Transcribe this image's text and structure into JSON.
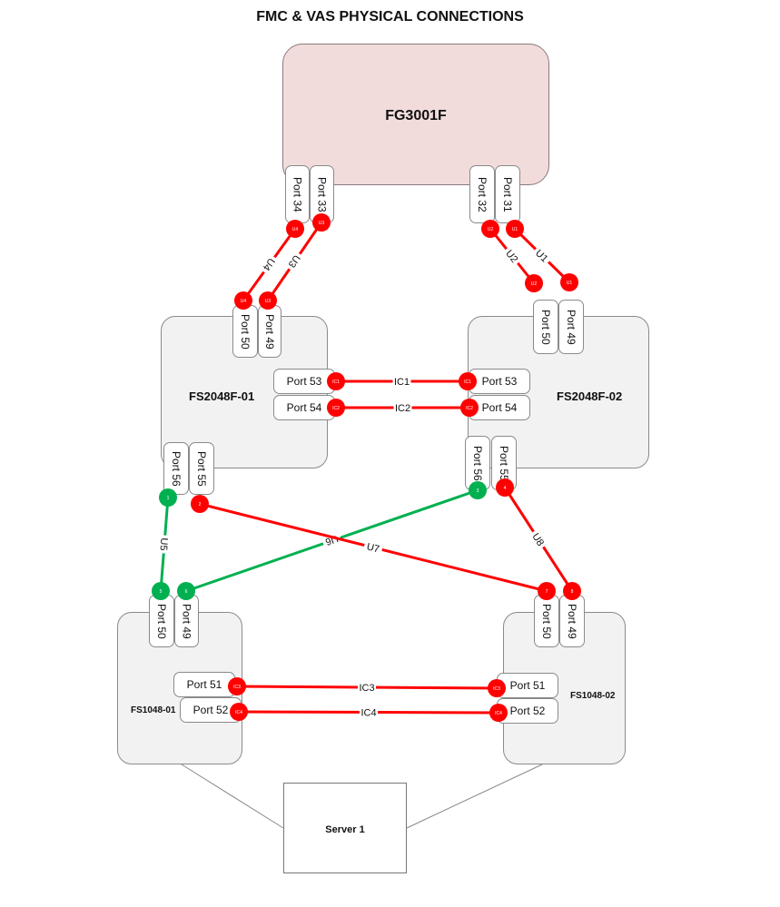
{
  "title": "FMC & VAS PHYSICAL CONNECTIONS",
  "colors": {
    "red_link": "#ff0000",
    "green_link": "#00b050",
    "device_fill": "#f2f2f2",
    "firewall_fill": "#f2dcdb"
  },
  "devices": {
    "fg": {
      "name": "FG3001F",
      "ports": [
        "Port 34",
        "Port 33",
        "Port 32",
        "Port 31"
      ]
    },
    "fs2048_01": {
      "name": "FS2048F-01",
      "ports": [
        "Port 50",
        "Port 49",
        "Port 53",
        "Port 54",
        "Port 56",
        "Port 55"
      ]
    },
    "fs2048_02": {
      "name": "FS2048F-02",
      "ports": [
        "Port 50",
        "Port 49",
        "Port 53",
        "Port 54",
        "Port 56",
        "Port 55"
      ]
    },
    "fs1048_01": {
      "name": "FS1048-01",
      "ports": [
        "Port 50",
        "Port 49",
        "Port 51",
        "Port 52"
      ]
    },
    "fs1048_02": {
      "name": "FS1048-02",
      "ports": [
        "Port 50",
        "Port 49",
        "Port 51",
        "Port 52"
      ]
    },
    "server": {
      "name": "Server 1"
    }
  },
  "links": [
    {
      "id": "U1",
      "label": "U1",
      "color": "red",
      "end_a": "U1",
      "end_b": "U1",
      "from": "FG3001F Port 31",
      "to": "FS2048F-02 Port 49"
    },
    {
      "id": "U2",
      "label": "U2",
      "color": "red",
      "end_a": "U2",
      "end_b": "U2",
      "from": "FG3001F Port 32",
      "to": "FS2048F-02 Port 50"
    },
    {
      "id": "U3",
      "label": "U3",
      "color": "red",
      "end_a": "U3",
      "end_b": "U3",
      "from": "FG3001F Port 33",
      "to": "FS2048F-01 Port 49"
    },
    {
      "id": "U4",
      "label": "U4",
      "color": "red",
      "end_a": "U4",
      "end_b": "U4",
      "from": "FG3001F Port 34",
      "to": "FS2048F-01 Port 50"
    },
    {
      "id": "IC1",
      "label": "IC1",
      "color": "red",
      "end_a": "IC1",
      "end_b": "IC1",
      "from": "FS2048F-01 Port 53",
      "to": "FS2048F-02 Port 53"
    },
    {
      "id": "IC2",
      "label": "IC2",
      "color": "red",
      "end_a": "IC2",
      "end_b": "IC2",
      "from": "FS2048F-01 Port 54",
      "to": "FS2048F-02 Port 54"
    },
    {
      "id": "U5",
      "label": "U5",
      "color": "green",
      "end_a": "1",
      "end_b": "5",
      "from": "FS2048F-01 Port 56",
      "to": "FS1048-01 Port 50"
    },
    {
      "id": "U6",
      "label": "U6",
      "color": "green",
      "end_a": "3",
      "end_b": "6",
      "from": "FS2048F-02 Port 56",
      "to": "FS1048-01 Port 49"
    },
    {
      "id": "U7",
      "label": "U7",
      "color": "red",
      "end_a": "2",
      "end_b": "7",
      "from": "FS2048F-01 Port 55",
      "to": "FS1048-02 Port 50"
    },
    {
      "id": "U8",
      "label": "U8",
      "color": "red",
      "end_a": "4",
      "end_b": "8",
      "from": "FS2048F-02 Port 55",
      "to": "FS1048-02 Port 49"
    },
    {
      "id": "IC3",
      "label": "IC3",
      "color": "red",
      "end_a": "IC3",
      "end_b": "IC3",
      "from": "FS1048-01 Port 51",
      "to": "FS1048-02 Port 51"
    },
    {
      "id": "IC4",
      "label": "IC4",
      "color": "red",
      "end_a": "IC4",
      "end_b": "IC4",
      "from": "FS1048-01 Port 52",
      "to": "FS1048-02 Port 52"
    }
  ]
}
